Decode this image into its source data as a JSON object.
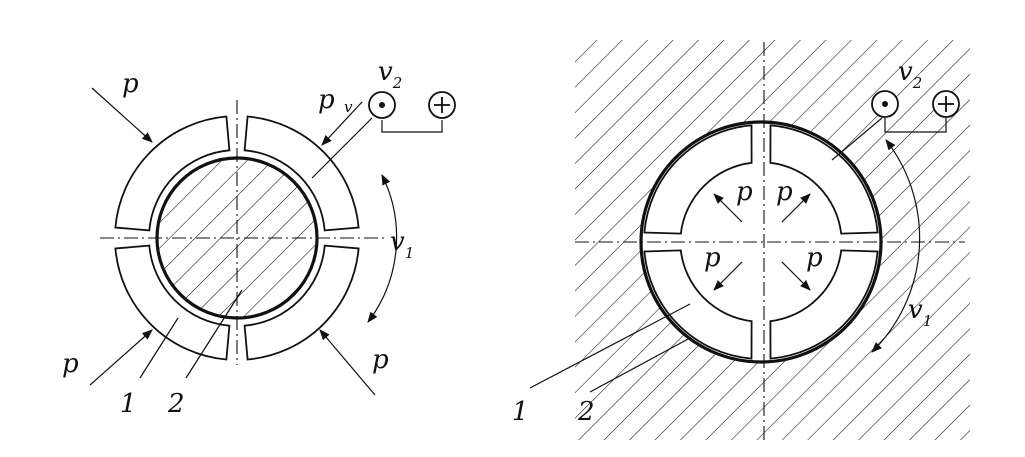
{
  "left_figure": {
    "force_labels": [
      "p",
      "p",
      "p",
      "p"
    ],
    "velocity_rot": {
      "main": "v",
      "sub": "1"
    },
    "velocity_feed": {
      "main": "v",
      "sub": "2"
    },
    "part_labels": [
      "1",
      "2"
    ],
    "terminal_symbols": [
      "⊙",
      "⊕"
    ]
  },
  "right_figure": {
    "force_labels": [
      "p",
      "p",
      "p",
      "p"
    ],
    "velocity_rot": {
      "main": "v",
      "sub": "1"
    },
    "velocity_feed": {
      "main": "v",
      "sub": "2"
    },
    "part_labels": [
      "1",
      "2"
    ],
    "terminal_symbols": [
      "⊙",
      "⊕"
    ]
  }
}
